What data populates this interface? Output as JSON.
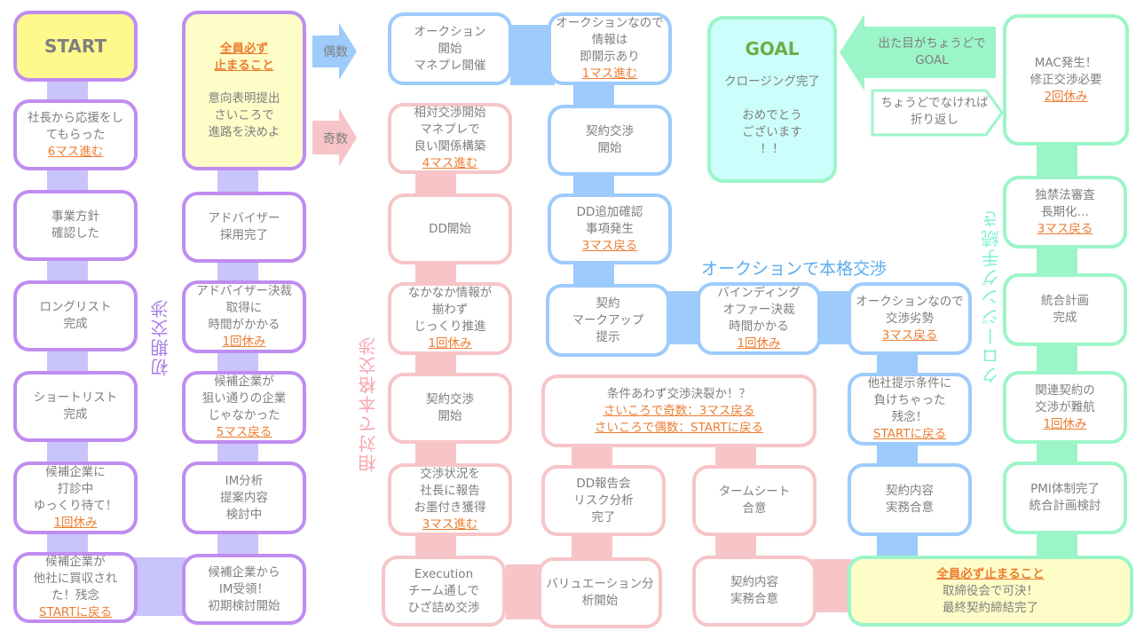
{
  "colors": {
    "purple": "#bf8df0",
    "blue": "#9dcbfb",
    "pink": "#f7c5c8",
    "green": "#9cf5c8",
    "orange": "#ed7d31",
    "yellow": "#fef98d",
    "goal_bg": "#ccfffb"
  },
  "section_labels": {
    "initial": "初期交渉",
    "relative": "相対で本格交渉",
    "auction": "オークションで本格交渉",
    "closing": "クロージング手続き"
  },
  "arrows": {
    "even": "偶数",
    "odd": "奇数",
    "goal_exact": [
      "出た目がちょうどで",
      "GOAL"
    ],
    "bounce": [
      "ちょうどでなければ",
      "折り返し"
    ]
  },
  "col1": [
    {
      "lines": [
        "START"
      ]
    },
    {
      "lines": [
        "社長から応援をし",
        "てもらった"
      ],
      "action": "6マス進む"
    },
    {
      "lines": [
        "事業方針",
        "確認した"
      ]
    },
    {
      "lines": [
        "ロングリスト",
        "完成"
      ]
    },
    {
      "lines": [
        "ショートリスト",
        "完成"
      ]
    },
    {
      "lines": [
        "候補企業に",
        "打診中",
        "ゆっくり待て！"
      ],
      "action": "1回休み"
    },
    {
      "lines": [
        "候補企業が",
        "他社に買収され",
        "た！残念"
      ],
      "action": "STARTに戻る"
    }
  ],
  "col2": [
    {
      "action_top": [
        "全員必ず",
        "止まること"
      ],
      "lines": [
        "意向表明提出",
        "さいころで",
        "進路を決めよ"
      ]
    },
    {
      "lines": [
        "アドバイザー",
        "採用完了"
      ]
    },
    {
      "lines": [
        "アドバイザー決裁",
        "取得に",
        "時間がかかる"
      ],
      "action": "1回休み"
    },
    {
      "lines": [
        "候補企業が",
        "狙い通りの企業",
        "じゃなかった"
      ],
      "action": "5マス戻る"
    },
    {
      "lines": [
        "IM分析",
        "提案内容",
        "検討中"
      ]
    },
    {
      "lines": [
        "候補企業から",
        "IM受領！",
        "初期検討開始"
      ]
    }
  ],
  "relative": [
    {
      "lines": [
        "相対交渉開始",
        "マネプレで",
        "良い関係構築"
      ],
      "action": "4マス進む"
    },
    {
      "lines": [
        "DD開始"
      ]
    },
    {
      "lines": [
        "なかなか情報が",
        "揃わず",
        "じっくり推進"
      ],
      "action": "1回休み"
    },
    {
      "lines": [
        "契約交渉",
        "開始"
      ]
    },
    {
      "lines": [
        "交渉状況を",
        "社長に報告",
        "お墨付き獲得"
      ],
      "action": "3マス進む"
    },
    {
      "lines": [
        "Execution",
        "チーム通しで",
        "ひざ詰め交渉"
      ]
    },
    {
      "lines": [
        "バリュエーション分",
        "析開始"
      ]
    },
    {
      "lines": [
        "DD報告会",
        "リスク分析",
        "完了"
      ]
    },
    {
      "lines": [
        "条件あわず交渉決裂か！？"
      ],
      "actions": [
        "さいころで奇数：3マス戻る",
        "さいころで偶数：STARTに戻る"
      ]
    },
    {
      "lines": [
        "タームシート",
        "合意"
      ]
    },
    {
      "lines": [
        "契約内容",
        "実務合意"
      ]
    }
  ],
  "auction": [
    {
      "lines": [
        "オークション",
        "開始",
        "マネプレ開催"
      ]
    },
    {
      "lines": [
        "オークションなので",
        "情報は",
        "即開示あり"
      ],
      "action": "1マス進む"
    },
    {
      "lines": [
        "契約交渉",
        "開始"
      ]
    },
    {
      "lines": [
        "DD追加確認",
        "事項発生"
      ],
      "action": "3マス戻る"
    },
    {
      "lines": [
        "契約",
        "マークアップ",
        "提示"
      ]
    },
    {
      "lines": [
        "バインディング",
        "オファー決裁",
        "時間かかる"
      ],
      "action": "1回休み"
    },
    {
      "lines": [
        "オークションなので",
        "交渉劣勢"
      ],
      "action": "3マス戻る"
    },
    {
      "lines": [
        "他社提示条件に",
        "負けちゃった",
        "残念！"
      ],
      "action": "STARTに戻る"
    },
    {
      "lines": [
        "契約内容",
        "実務合意"
      ]
    }
  ],
  "closing": [
    {
      "action_top": [
        "全員必ず止まること"
      ],
      "lines": [
        "取締役会で可決！",
        "最終契約締結完了"
      ]
    },
    {
      "lines": [
        "PMI体制完了",
        "統合計画検討"
      ]
    },
    {
      "lines": [
        "関連契約の",
        "交渉が難航"
      ],
      "action": "1回休み"
    },
    {
      "lines": [
        "統合計画",
        "完成"
      ]
    },
    {
      "lines": [
        "独禁法審査",
        "長期化…"
      ],
      "action": "3マス戻る"
    },
    {
      "lines": [
        "MAC発生！",
        "修正交渉必要"
      ],
      "action": "2回休み"
    }
  ],
  "goal": {
    "title": "GOAL",
    "lines": [
      "クロージング完了",
      "",
      "おめでとう",
      "ございます",
      "！！"
    ]
  }
}
